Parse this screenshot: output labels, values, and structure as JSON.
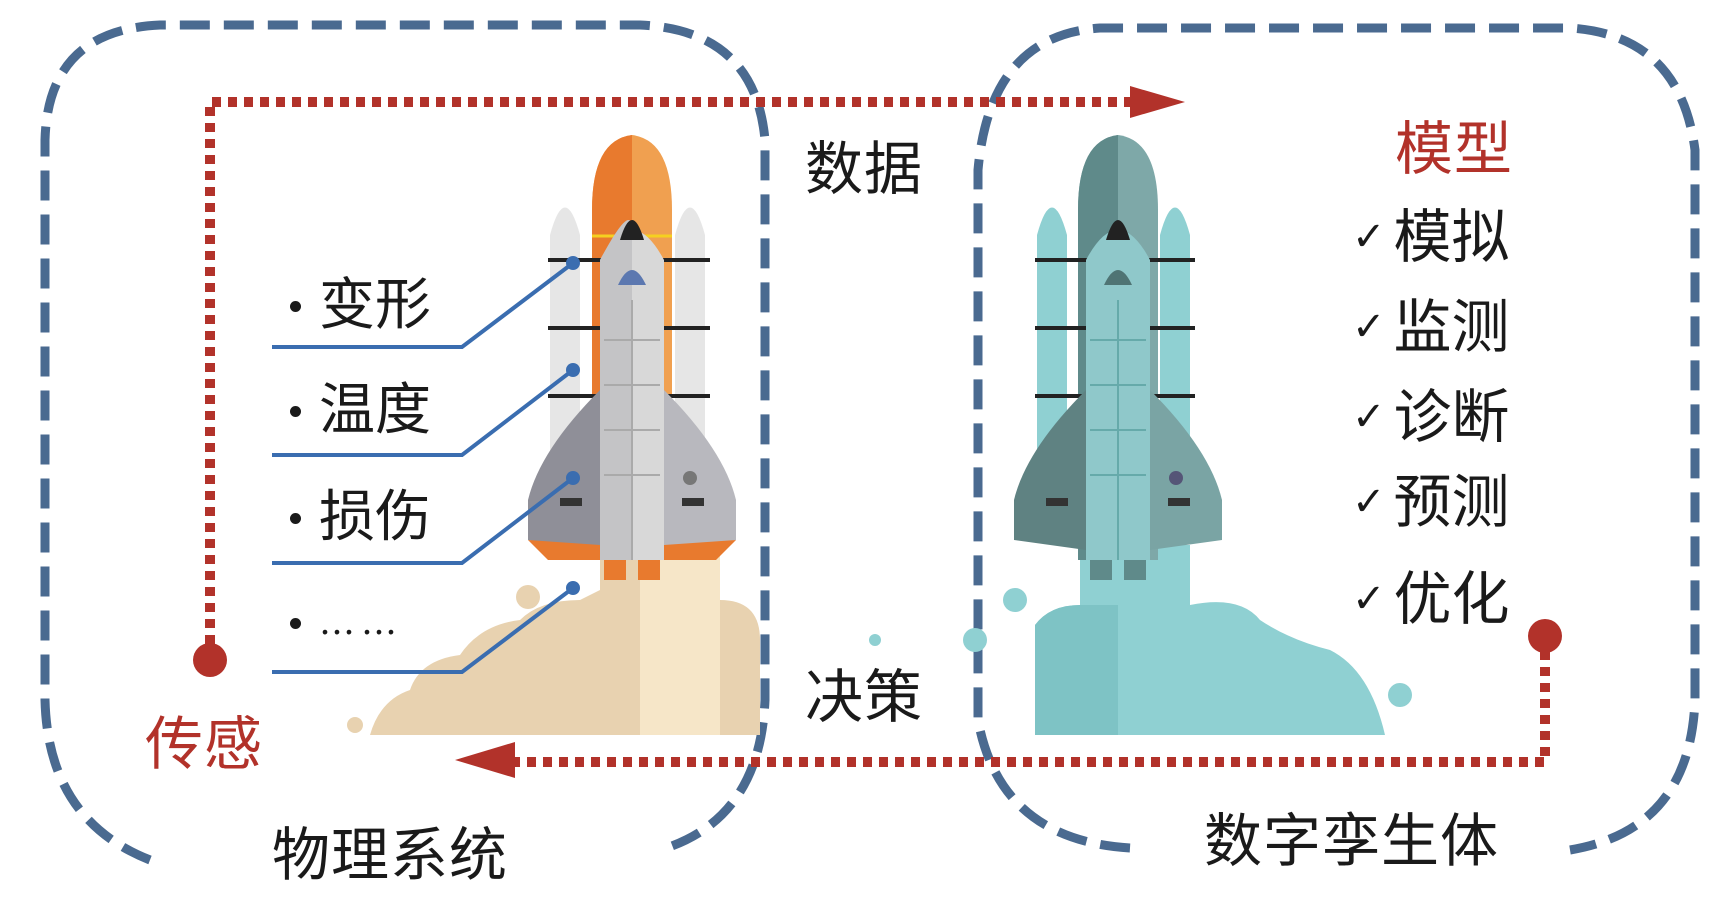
{
  "colors": {
    "frame": "#4a6a90",
    "flow": "#b2322a",
    "leader": "#3a6db0",
    "text": "#1a1a1a"
  },
  "physical_system": {
    "title": "物理系统",
    "sensing_label": "传感",
    "measurements": [
      {
        "label": "变形"
      },
      {
        "label": "温度"
      },
      {
        "label": "损伤"
      },
      {
        "label": "……"
      }
    ]
  },
  "digital_twin": {
    "title": "数字孪生体",
    "model_heading": "模型",
    "functions": [
      {
        "icon": "check-icon",
        "label": "模拟"
      },
      {
        "icon": "check-icon",
        "label": "监测"
      },
      {
        "icon": "check-icon",
        "label": "诊断"
      },
      {
        "icon": "check-icon",
        "label": "预测"
      },
      {
        "icon": "check-icon",
        "label": "优化"
      }
    ]
  },
  "flows": {
    "data_label": "数据",
    "decision_label": "决策"
  }
}
